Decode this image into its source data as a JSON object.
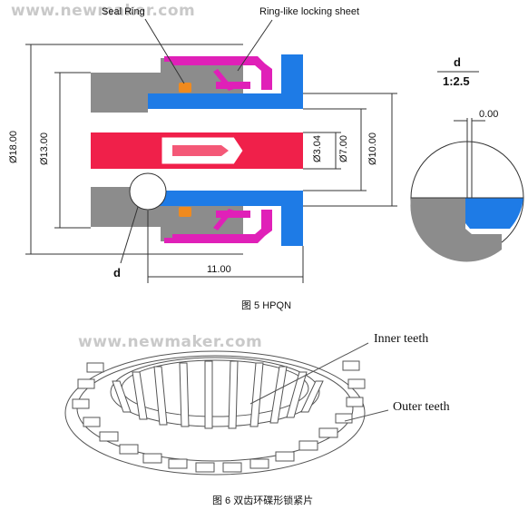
{
  "watermark": "www.newmaker.com",
  "figure5": {
    "labels": {
      "seal_ring": "Seal Ring",
      "locking_sheet": "Ring-like locking sheet",
      "detail_marker": "d"
    },
    "dimensions": {
      "outer_diameter": "Ø18.00",
      "inner_diameter": "Ø13.00",
      "pin_diameter": "Ø3.04",
      "bore_diameter": "Ø7.00",
      "body_diameter": "Ø10.00",
      "length": "11.00"
    },
    "detail": {
      "name": "d",
      "scale": "1:2.5",
      "gap": "0.00"
    },
    "caption": "图 5 HPQN",
    "colors": {
      "body": "#8c8c8c",
      "insulator": "#1e7be6",
      "pin": "#f0204a",
      "locking_sheet": "#e020b8",
      "seal": "#f08a1e"
    }
  },
  "figure6": {
    "labels": {
      "inner_teeth": "Inner teeth",
      "outer_teeth": "Outer teeth"
    },
    "caption": "图 6 双齿环碟形锁紧片"
  }
}
